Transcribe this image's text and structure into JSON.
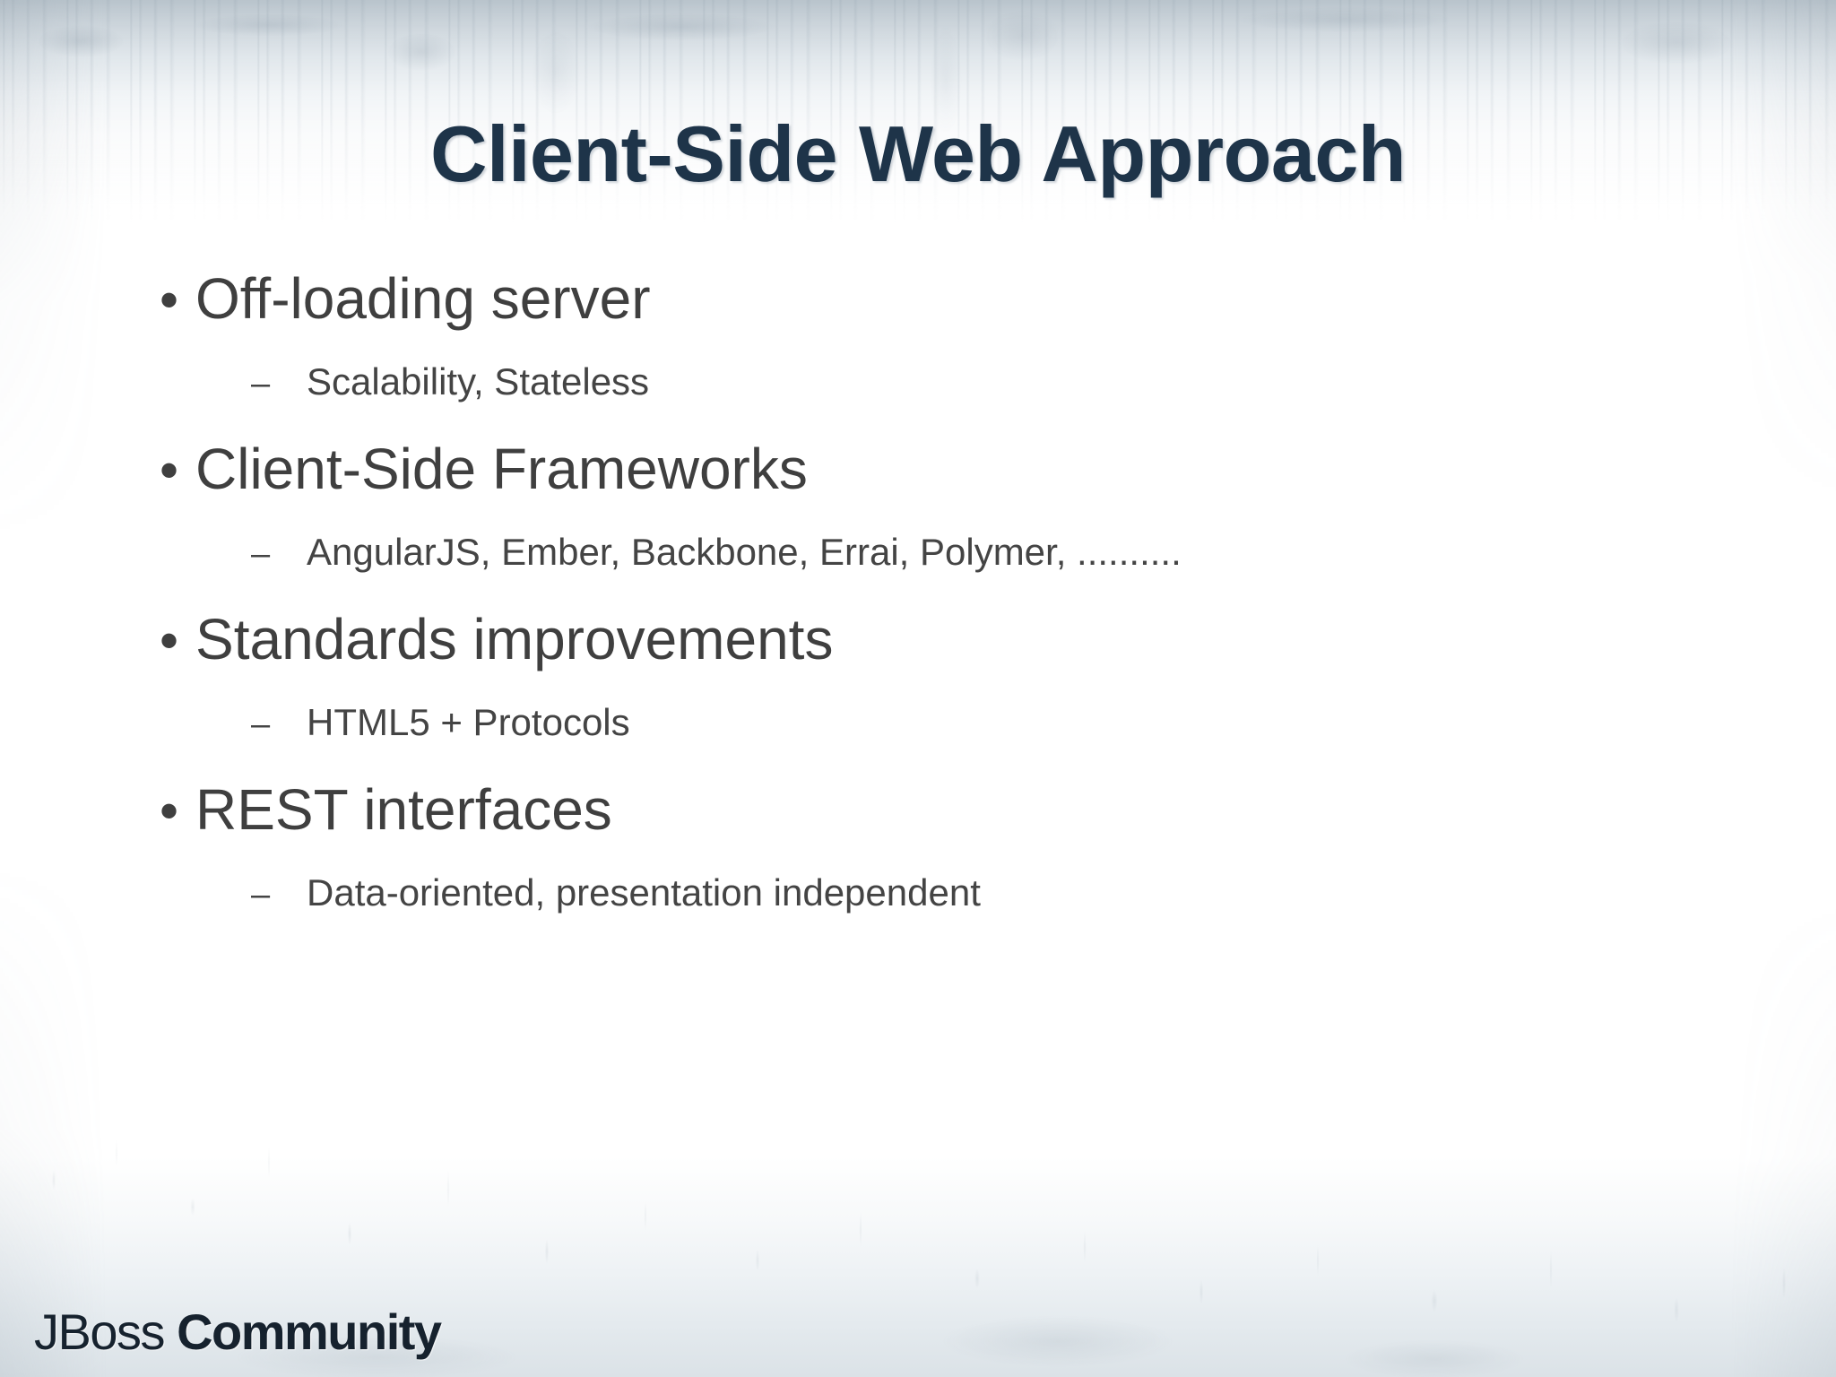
{
  "slide": {
    "title": "Client-Side Web Approach",
    "title_color": "#1e3449",
    "body_color": "#3f3f3f",
    "sub_color": "#444444",
    "background_color": "#ffffff",
    "bullet_marker": "•",
    "sub_marker": "–",
    "bullets": [
      {
        "label": "Off-loading server",
        "sub": [
          {
            "label": "Scalability, Stateless"
          }
        ]
      },
      {
        "label": "Client-Side Frameworks",
        "sub": [
          {
            "label": "AngularJS, Ember, Backbone, Errai, Polymer, .........."
          }
        ]
      },
      {
        "label": "Standards improvements",
        "sub": [
          {
            "label": "HTML5 + Protocols"
          }
        ]
      },
      {
        "label": "REST interfaces",
        "sub": [
          {
            "label": "Data-oriented, presentation independent"
          }
        ]
      }
    ]
  },
  "footer": {
    "brand_first": "JBoss",
    "brand_second": "Community",
    "brand_color": "#16222e"
  }
}
